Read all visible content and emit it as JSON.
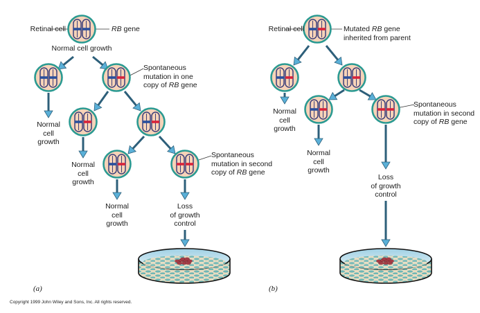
{
  "figure": {
    "copyright": "Copyright 1999 John Wiley and Sons, Inc. All rights reserved.",
    "colors": {
      "cell_fill": "#f6d3b8",
      "cell_border": "#2b9a92",
      "chromosome_outline": "#3c3f7a",
      "normal_band": "#2a4f9c",
      "mutated_band": "#d8233a",
      "arrow": "#5ab0d8",
      "arrow_dark": "#2d5f7a",
      "dish_medium": "#c9e6ef",
      "colony": "#a8404a"
    }
  },
  "panel_a": {
    "letter": "(a)",
    "top_left_label": "Retinal cell",
    "top_right_label_italic": "RB",
    "top_right_label_rest": " gene",
    "top_caption": "Normal cell growth",
    "callout1": {
      "line1": "Spontaneous",
      "line2": "mutation in one",
      "line3_pre": "copy of ",
      "line3_italic": "RB",
      "line3_post": " gene"
    },
    "callout2": {
      "line1": "Spontaneous",
      "line2": "mutation in second",
      "line3_pre": "copy of ",
      "line3_italic": "RB",
      "line3_post": " gene"
    },
    "outcomes": [
      {
        "line1": "Normal",
        "line2": "cell",
        "line3": "growth"
      },
      {
        "line1": "Normal",
        "line2": "cell",
        "line3": "growth"
      },
      {
        "line1": "Normal",
        "line2": "cell",
        "line3": "growth"
      },
      {
        "line1": "Loss",
        "line2": "of growth",
        "line3": "control"
      }
    ],
    "cells": [
      {
        "id": "a0",
        "left": "normal",
        "right": "normal"
      },
      {
        "id": "a1",
        "left": "normal",
        "right": "normal"
      },
      {
        "id": "a2",
        "left": "normal",
        "right": "mutated"
      },
      {
        "id": "a3",
        "left": "normal",
        "right": "mutated"
      },
      {
        "id": "a4",
        "left": "normal",
        "right": "mutated"
      },
      {
        "id": "a5",
        "left": "normal",
        "right": "mutated"
      },
      {
        "id": "a6",
        "left": "mutated",
        "right": "mutated"
      }
    ]
  },
  "panel_b": {
    "letter": "(b)",
    "top_left_label": "Retinal cell",
    "top_right_line1_pre": "Mutated ",
    "top_right_line1_italic": "RB",
    "top_right_line1_post": " gene",
    "top_right_line2": "inherited from parent",
    "callout": {
      "line1": "Spontaneous",
      "line2": "mutation in second",
      "line3_pre": "copy of ",
      "line3_italic": "RB",
      "line3_post": " gene"
    },
    "outcomes": [
      {
        "line1": "Normal",
        "line2": "cell",
        "line3": "growth"
      },
      {
        "line1": "Normal",
        "line2": "cell",
        "line3": "growth"
      },
      {
        "line1": "Loss",
        "line2": "of growth",
        "line3": "control"
      }
    ],
    "cells": [
      {
        "id": "b0",
        "left": "normal",
        "right": "mutated"
      },
      {
        "id": "b1",
        "left": "normal",
        "right": "mutated"
      },
      {
        "id": "b2",
        "left": "normal",
        "right": "mutated"
      },
      {
        "id": "b3",
        "left": "normal",
        "right": "mutated"
      },
      {
        "id": "b4",
        "left": "mutated",
        "right": "mutated"
      }
    ]
  }
}
